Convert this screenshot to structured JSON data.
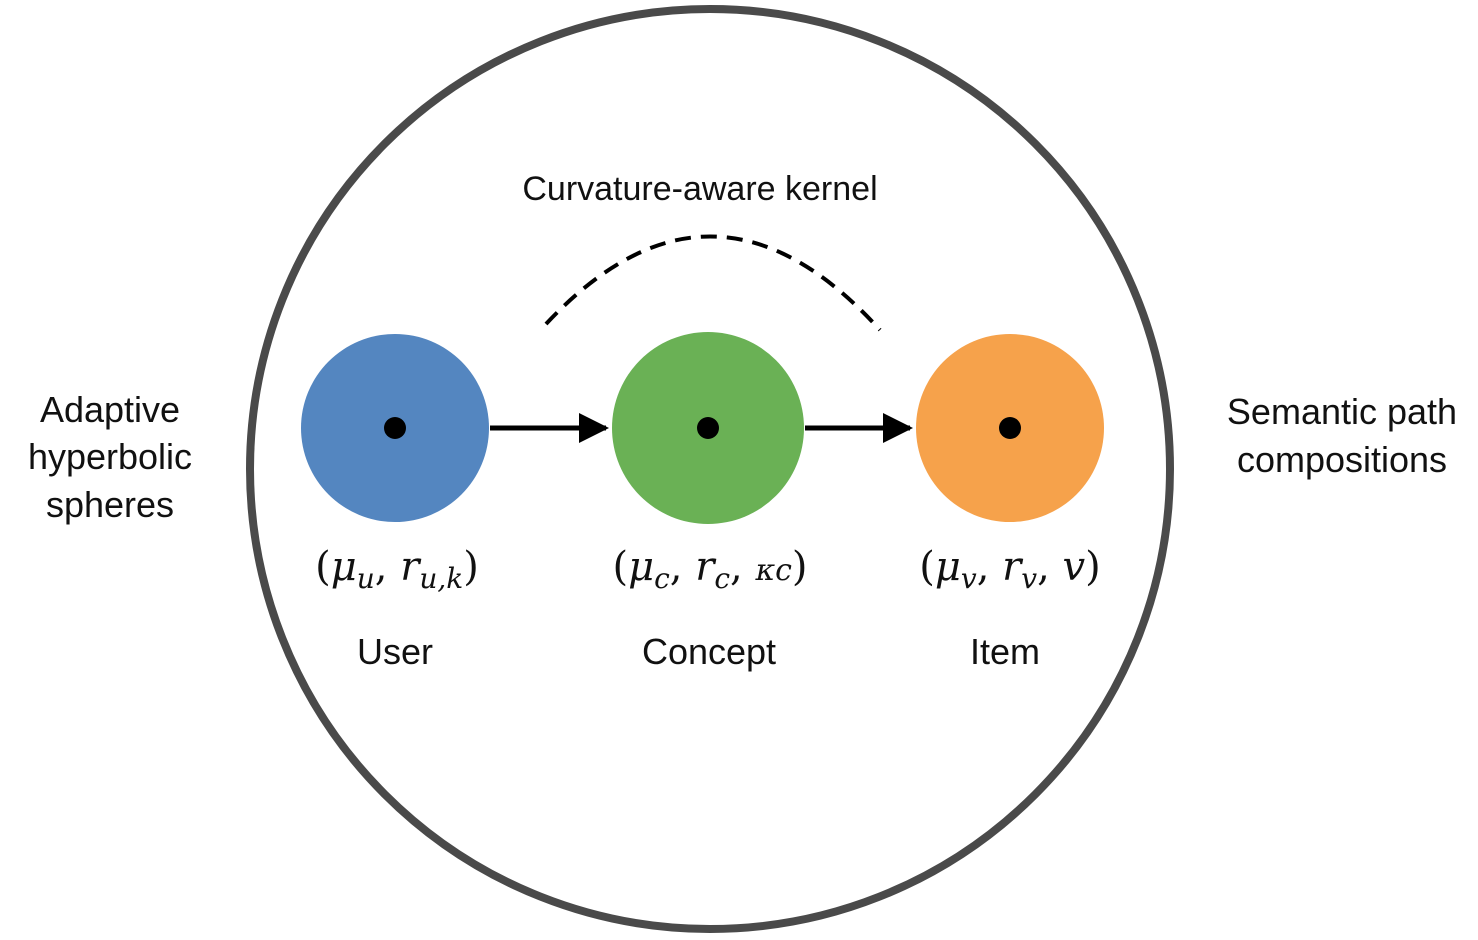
{
  "title": "Curvature-aware kernel",
  "side_labels": {
    "left": [
      "Adaptive",
      "hyperbolic",
      "spheres"
    ],
    "right": [
      "Semantic path",
      "compositions"
    ]
  },
  "nodes": [
    {
      "name": "User",
      "color": "#5486c0",
      "params": {
        "mu": "u",
        "r": "u,k",
        "third": ""
      }
    },
    {
      "name": "Concept",
      "color": "#6ab155",
      "params": {
        "mu": "c",
        "r": "c",
        "third": "κc"
      }
    },
    {
      "name": "Item",
      "color": "#f6a24b",
      "params": {
        "mu": "v",
        "r": "v",
        "third": "v"
      }
    }
  ],
  "colors": {
    "outer_circle": "#4a4a4a",
    "arrow": "#000000",
    "center_dot": "#000000"
  }
}
